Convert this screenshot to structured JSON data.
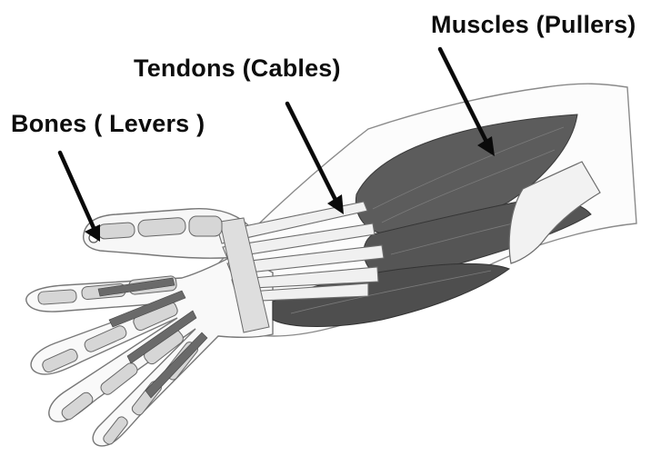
{
  "labels": {
    "muscles": "Muscles (Pullers)",
    "tendons": "Tendons (Cables)",
    "bones": "Bones ( Levers )"
  },
  "colors": {
    "muscle": "#5a5a5a",
    "muscle_dark": "#434343",
    "tendon": "#f1f1f1",
    "bone": "#d4d4d4",
    "outline": "#6a6a6a",
    "arrow": "#0a0a0a",
    "text": "#0d0d0d"
  }
}
